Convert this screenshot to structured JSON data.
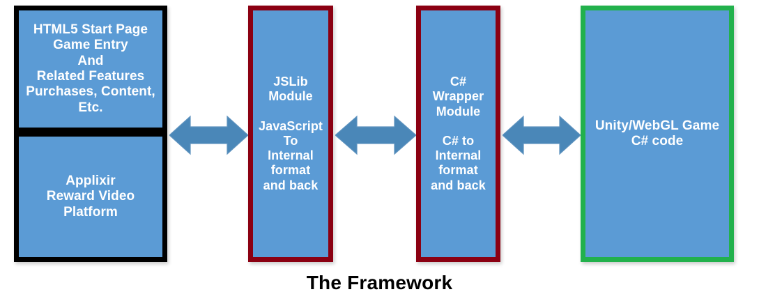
{
  "diagram": {
    "title": "The Framework",
    "colors": {
      "node_fill": "#5B9BD5",
      "node_text": "#FFFFFF",
      "border_black": "#000000",
      "border_maroon": "#8B0012",
      "border_green": "#22B14C",
      "arrow_fill": "#4A87B8",
      "canvas_background": "#FFFFFF",
      "caption_text": "#000000"
    },
    "nodes": [
      {
        "id": "html5-start-page",
        "label": "HTML5 Start Page\nGame Entry\nAnd\nRelated Features\nPurchases, Content,\nEtc.",
        "border_color": "#000000"
      },
      {
        "id": "applixir-platform",
        "label": "Applixir\nReward Video\nPlatform",
        "border_color": "#000000"
      },
      {
        "id": "jslib-module",
        "label": "JSLib\nModule\n\nJavaScript\nTo\nInternal\nformat\nand back",
        "border_color": "#8B0012"
      },
      {
        "id": "csharp-wrapper-module",
        "label": "C#\nWrapper\nModule\n\nC# to\nInternal\nformat\nand back",
        "border_color": "#8B0012"
      },
      {
        "id": "unity-webgl-game",
        "label": "Unity/WebGL Game\nC# code",
        "border_color": "#22B14C"
      }
    ],
    "connectors": [
      {
        "id": "connector-1",
        "from": "html5-start-page",
        "to": "jslib-module",
        "style": "double-headed-arrow"
      },
      {
        "id": "connector-2",
        "from": "jslib-module",
        "to": "csharp-wrapper-module",
        "style": "double-headed-arrow"
      },
      {
        "id": "connector-3",
        "from": "csharp-wrapper-module",
        "to": "unity-webgl-game",
        "style": "double-headed-arrow"
      }
    ]
  }
}
